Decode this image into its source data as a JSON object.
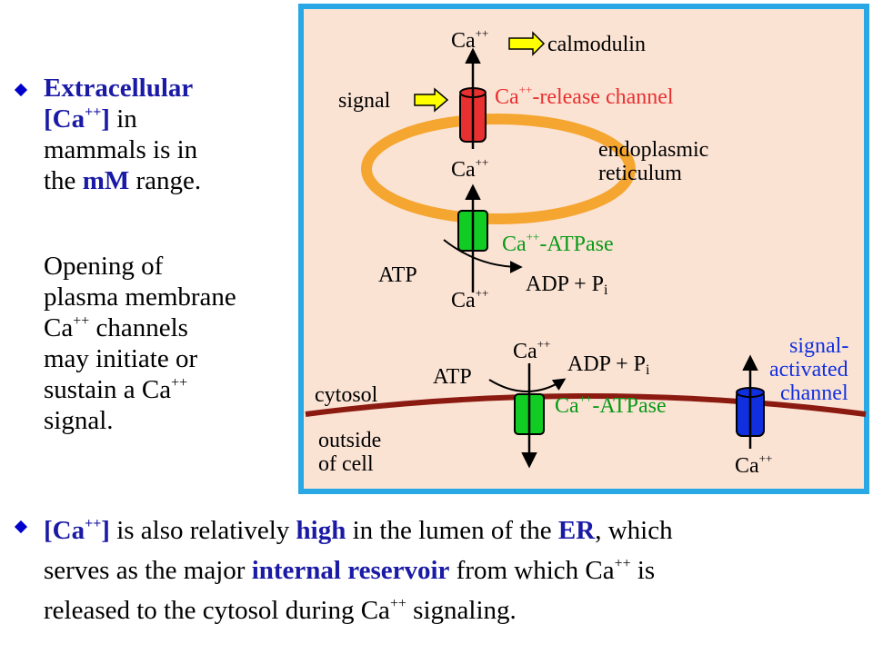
{
  "left_text": {
    "line1": "Extracellular",
    "line2_a": "[Ca",
    "line2_sup": "++",
    "line2_b": "]",
    "line2_c": " in",
    "line3": "mammals is in",
    "line4_a": "the ",
    "line4_b": "mM",
    "line4_c": " range.",
    "para2_line1": "Opening of",
    "para2_line2": "plasma membrane",
    "para2_line3_a": "Ca",
    "para2_line3_sup": "++",
    "para2_line3_b": " channels",
    "para2_line4": "may initiate or",
    "para2_line5_a": "sustain a Ca",
    "para2_line5_sup": "++",
    "para2_line6": "signal."
  },
  "bottom_text": {
    "l1_a": "[Ca",
    "l1_sup": "++",
    "l1_b": "]",
    "l1_c": " is also relatively ",
    "l1_d": "high",
    "l1_e": " in the lumen of the ",
    "l1_f": "ER",
    "l1_g": ", which",
    "l2_a": "serves as the major ",
    "l2_b": "internal reservoir",
    "l2_c": " from which Ca",
    "l2_sup": "++",
    "l2_d": " is",
    "l3_a": "released to the cytosol during Ca",
    "l3_sup": "++",
    "l3_b": " signaling."
  },
  "diagram": {
    "ca": "Ca",
    "plusplus": "++",
    "calmodulin": "calmodulin",
    "signal": "signal",
    "release_channel": "-release channel",
    "endoplasmic": "endoplasmic",
    "reticulum": "reticulum",
    "atpase": "-ATPase",
    "atp": "ATP",
    "adp": "ADP + P",
    "pi_sub": "i",
    "cytosol": "cytosol",
    "outside1": "outside",
    "outside2": "of cell",
    "signal_activated1": "signal-",
    "signal_activated2": "activated",
    "signal_activated3": "channel"
  },
  "colors": {
    "diagram_bg": "#fbe3d4",
    "diagram_border": "#2aa8e6",
    "er_membrane": "#f5a630",
    "plasma_membrane": "#8b1a10",
    "release_channel": "#e83030",
    "atpase": "#11cc22",
    "signal_channel": "#1030e0",
    "signal_arrow": "#ffff00",
    "accent_blue": "#1a1aa6"
  }
}
